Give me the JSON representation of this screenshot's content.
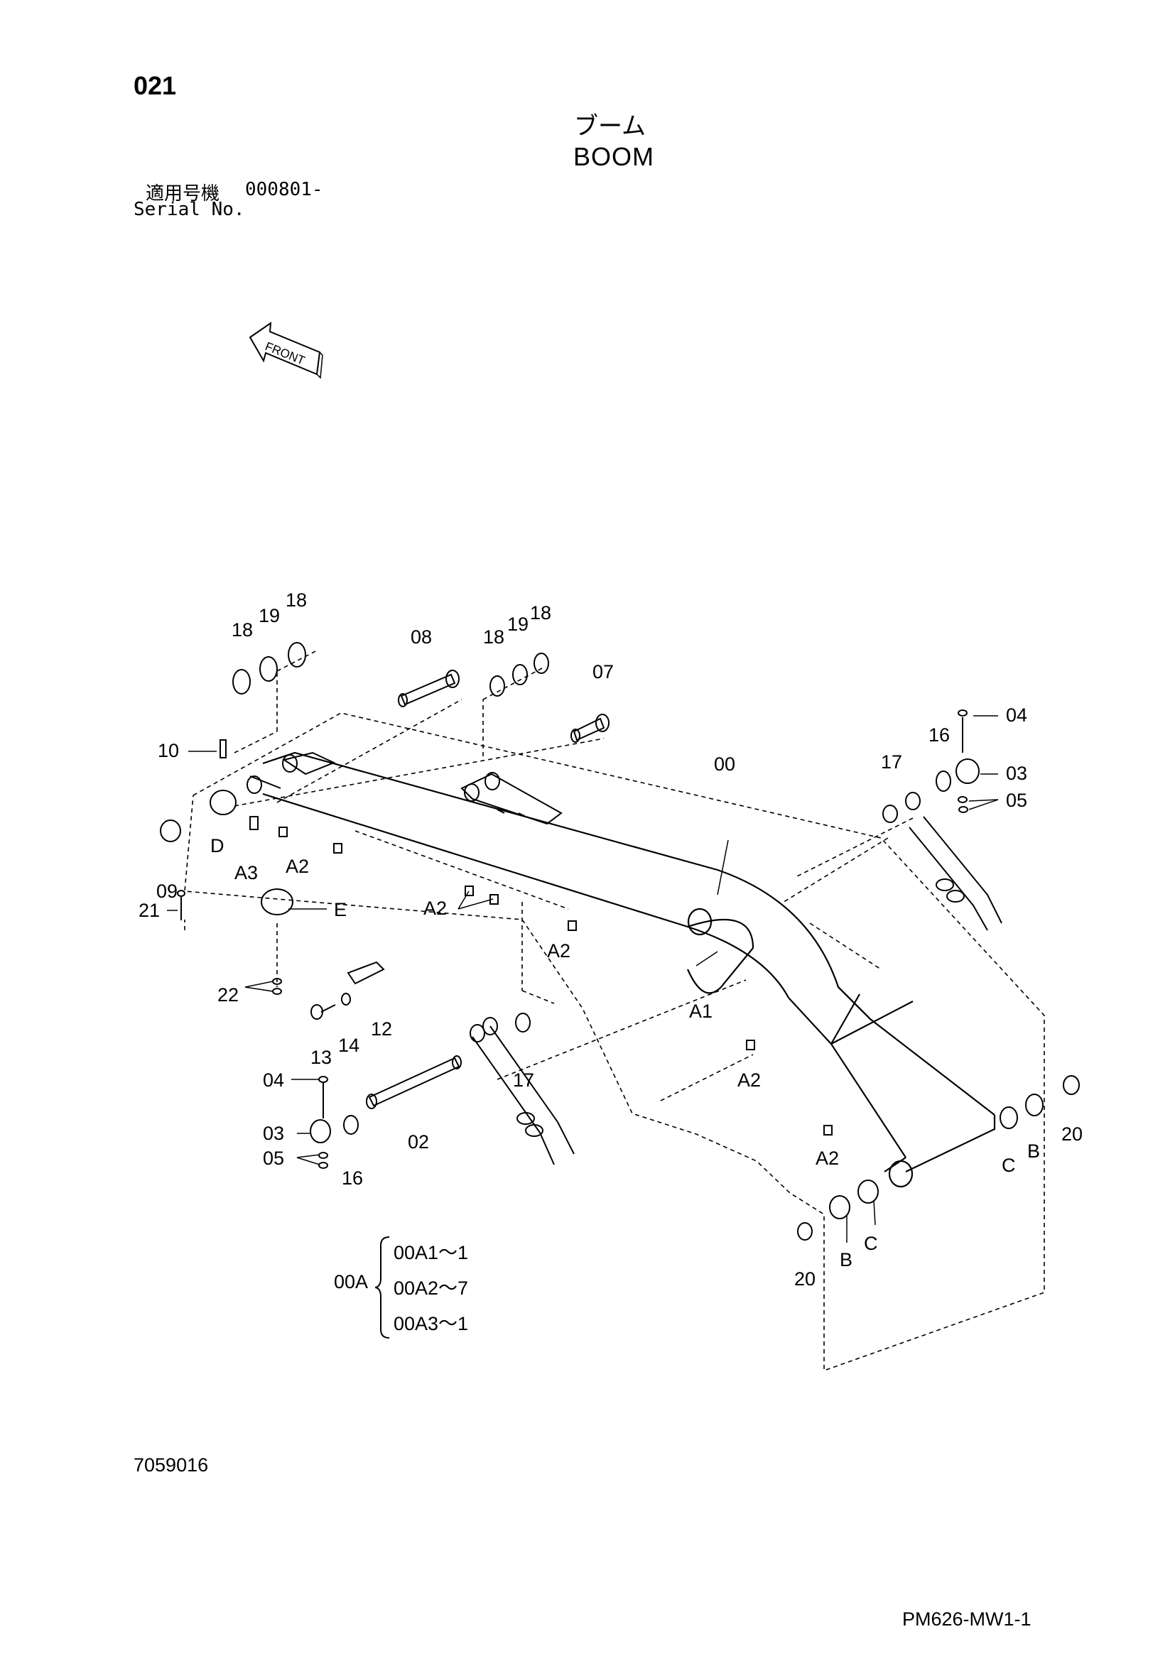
{
  "header": {
    "page_number": "021",
    "title_jp": "ブーム",
    "title_en": "BOOM",
    "serial_label_jp": "適用号機",
    "serial_range": "000801-",
    "serial_label_en": "Serial No."
  },
  "orientation": {
    "front_label": "FRONT"
  },
  "callouts": {
    "c00": "00",
    "c02": "02",
    "c03a": "03",
    "c03b": "03",
    "c04a": "04",
    "c04b": "04",
    "c05a": "05",
    "c05b": "05",
    "c07": "07",
    "c08": "08",
    "c09": "09",
    "c10": "10",
    "c12": "12",
    "c13": "13",
    "c14": "14",
    "c16a": "16",
    "c16b": "16",
    "c17a": "17",
    "c17b": "17",
    "c18a": "18",
    "c18b": "18",
    "c18c": "18",
    "c18d": "18",
    "c19a": "19",
    "c19b": "19",
    "c20a": "20",
    "c20b": "20",
    "c21": "21",
    "c22": "22",
    "cA1": "A1",
    "cA2a": "A2",
    "cA2b": "A2",
    "cA2c": "A2",
    "cA2d": "A2",
    "cA2e": "A2",
    "cA3": "A3",
    "cBa": "B",
    "cBb": "B",
    "cCa": "C",
    "cCb": "C",
    "cD": "D",
    "cE": "E"
  },
  "assembly_note": {
    "prefix": "00A",
    "lines": [
      "00A1～1",
      "00A2～7",
      "00A3～1"
    ]
  },
  "footer": {
    "doc_id": "7059016",
    "code": "PM626-MW1-1"
  }
}
